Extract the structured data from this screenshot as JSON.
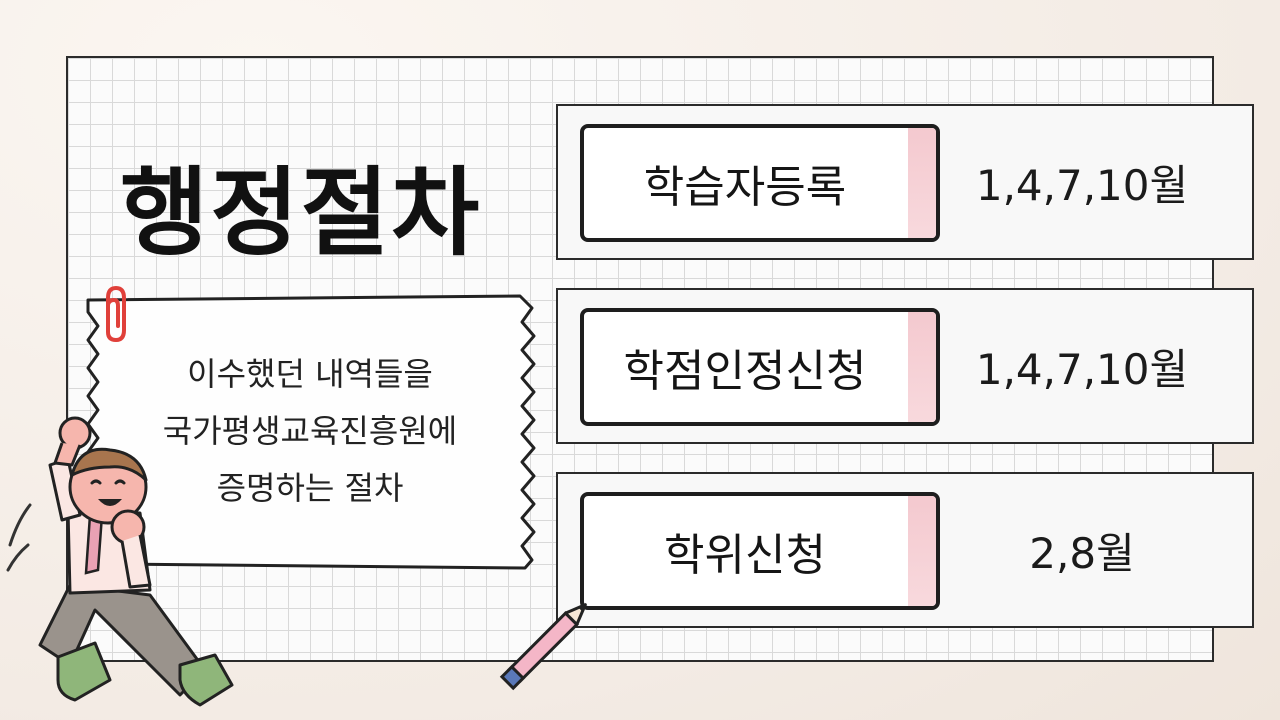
{
  "title": "행정절차",
  "note": {
    "lines": [
      "이수했던 내역들을",
      "국가평생교육진흥원에",
      "증명하는 절차"
    ]
  },
  "steps": [
    {
      "label": "학습자등록",
      "months": "1,4,7,10월"
    },
    {
      "label": "학점인정신청",
      "months": "1,4,7,10월"
    },
    {
      "label": "학위신청",
      "months": "2,8월"
    }
  ],
  "colors": {
    "tag_stripe": "#f4c9cf",
    "grid_line": "#d9d9d9",
    "outline": "#1e1e1e"
  },
  "decorations": [
    "paperclip-icon",
    "cheering-man-illustration",
    "pencil-icon"
  ]
}
